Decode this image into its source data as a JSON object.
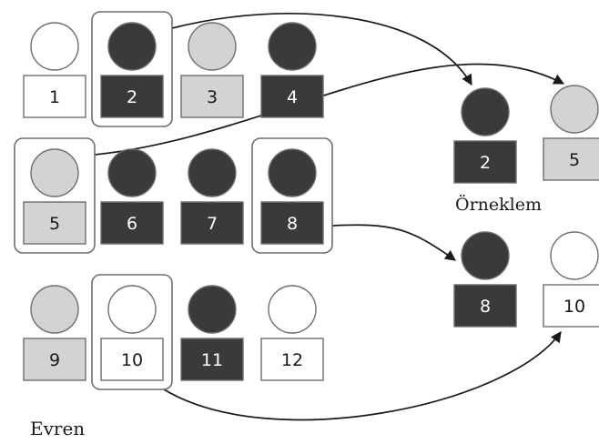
{
  "colors": {
    "dark": "#3a3a3a",
    "gray": "#d3d3d3",
    "white": "#ffffff",
    "outline": "#6e6e6e",
    "line": "#1a1a1a"
  },
  "population": {
    "label": "Evren",
    "items": [
      {
        "id": 1,
        "number": "1",
        "tone": "white",
        "selected": false
      },
      {
        "id": 2,
        "number": "2",
        "tone": "dark",
        "selected": true
      },
      {
        "id": 3,
        "number": "3",
        "tone": "gray",
        "selected": false
      },
      {
        "id": 4,
        "number": "4",
        "tone": "dark",
        "selected": false
      },
      {
        "id": 5,
        "number": "5",
        "tone": "gray",
        "selected": true
      },
      {
        "id": 6,
        "number": "6",
        "tone": "dark",
        "selected": false
      },
      {
        "id": 7,
        "number": "7",
        "tone": "dark",
        "selected": false
      },
      {
        "id": 8,
        "number": "8",
        "tone": "dark",
        "selected": true
      },
      {
        "id": 9,
        "number": "9",
        "tone": "gray",
        "selected": false
      },
      {
        "id": 10,
        "number": "10",
        "tone": "white",
        "selected": true
      },
      {
        "id": 11,
        "number": "11",
        "tone": "dark",
        "selected": false
      },
      {
        "id": 12,
        "number": "12",
        "tone": "white",
        "selected": false
      }
    ]
  },
  "sample": {
    "label": "Örneklem",
    "items": [
      {
        "id": 2,
        "number": "2",
        "tone": "dark"
      },
      {
        "id": 5,
        "number": "5",
        "tone": "gray"
      },
      {
        "id": 8,
        "number": "8",
        "tone": "dark"
      },
      {
        "id": 10,
        "number": "10",
        "tone": "white"
      }
    ]
  },
  "arrows": [
    {
      "from": 2,
      "to": 2
    },
    {
      "from": 5,
      "to": 5
    },
    {
      "from": 8,
      "to": 8
    },
    {
      "from": 10,
      "to": 10
    }
  ]
}
